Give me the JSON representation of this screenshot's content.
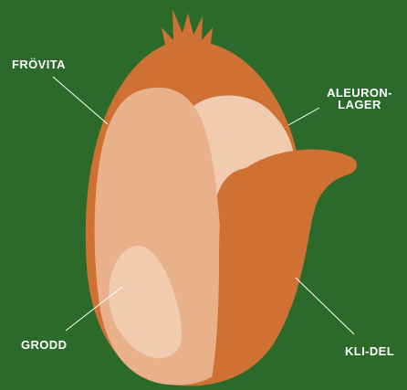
{
  "colors": {
    "background": "#2b6a2b",
    "bran": "#d07134",
    "endosperm": "#e8b189",
    "aleurone": "#f0cbb0",
    "germ": "#f0cbb0",
    "leader_line": "#ffffff",
    "label_text": "#ffffff"
  },
  "labels": {
    "frovita": "FRÖVITA",
    "aleuron_line1": "ALEURON-",
    "aleuron_line2": "LAGER",
    "grodd": "GRODD",
    "kli_del": "KLI-DEL"
  },
  "icons": {
    "seed": "wheat-kernel-cross-section-icon"
  }
}
